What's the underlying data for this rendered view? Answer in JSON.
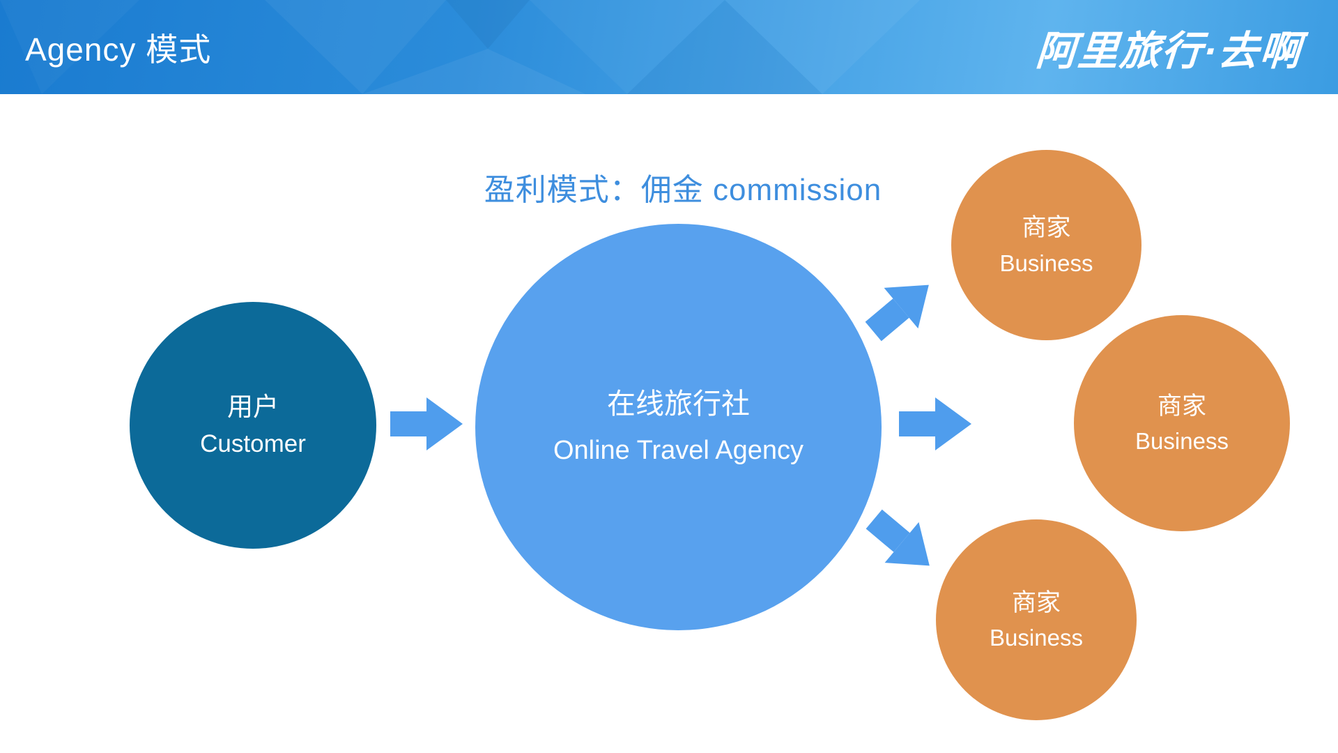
{
  "header": {
    "title": "Agency 模式",
    "logo": "阿里旅行·去啊"
  },
  "diagram": {
    "profit_title": "盈利模式：佣金 commission",
    "customer": {
      "name_cn": "用户",
      "name_en": "Customer"
    },
    "ota": {
      "name_cn": "在线旅行社",
      "name_en": "Online Travel Agency"
    },
    "businesses": [
      {
        "name_cn": "商家",
        "name_en": "Business"
      },
      {
        "name_cn": "商家",
        "name_en": "Business"
      },
      {
        "name_cn": "商家",
        "name_en": "Business"
      }
    ]
  },
  "colors": {
    "header_gradient_left": "#1a7bd0",
    "header_gradient_right": "#5fb4ee",
    "profit_title_text": "#3e8ede",
    "customer_circle": "#0c6a99",
    "ota_circle": "#58a1ee",
    "business_circle": "#e0924e",
    "arrow": "#4f9ded"
  }
}
